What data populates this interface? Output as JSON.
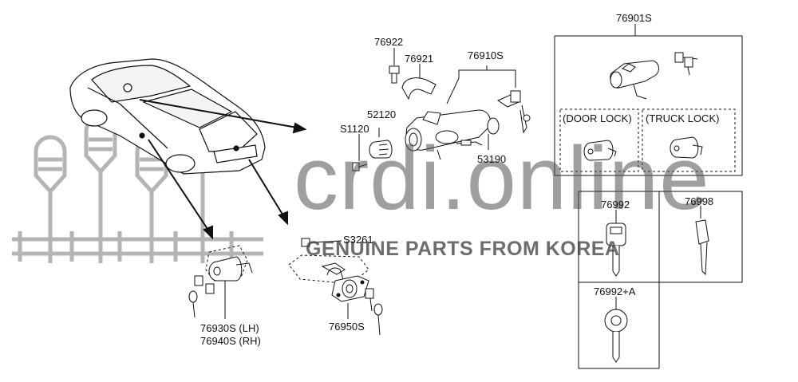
{
  "labels": {
    "p76901s": "76901S",
    "p76922": "76922",
    "p76921": "76921",
    "p76910s": "76910S",
    "p52120": "52120",
    "s1120": "S1120",
    "p53190": "53190",
    "door_lock": "(DOOR LOCK)",
    "truck_lock": "(TRUCK LOCK)",
    "p76992": "76992",
    "p76998": "76998",
    "p76992a": "76992+A",
    "s3261": "S3261",
    "p76950s": "76950S",
    "p76930s": "76930S (LH)",
    "p76940s": "76940S (RH)"
  },
  "watermark": {
    "site": "crdi.online",
    "tagline": "GENUINE PARTS FROM KOREA"
  },
  "colors": {
    "line": "#111111",
    "watermark": "#6e6e6e"
  }
}
